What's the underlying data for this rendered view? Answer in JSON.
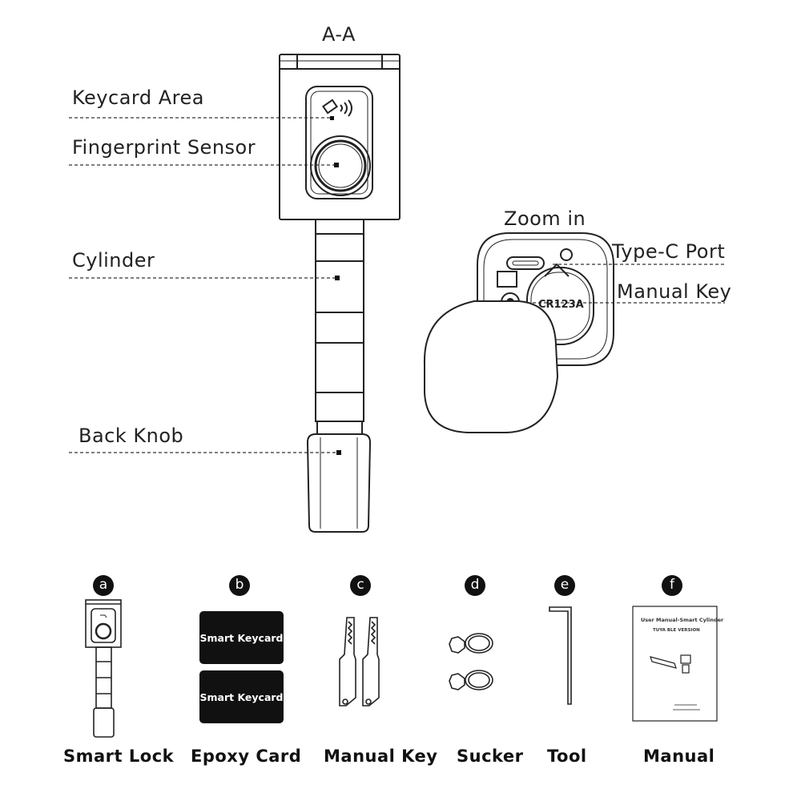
{
  "section_title": "A-A",
  "callouts": {
    "keycard_area": "Keycard Area",
    "fingerprint_sensor": "Fingerprint Sensor",
    "cylinder": "Cylinder",
    "back_knob": "Back Knob",
    "zoom_in": "Zoom in",
    "type_c_port": "Type-C Port",
    "manual_key": "Manual Key",
    "battery_label": "CR123A"
  },
  "package_items": [
    {
      "letter": "a",
      "label": "Smart Lock"
    },
    {
      "letter": "b",
      "label": "Epoxy Card"
    },
    {
      "letter": "c",
      "label": "Manual Key"
    },
    {
      "letter": "d",
      "label": "Sucker"
    },
    {
      "letter": "e",
      "label": "Tool"
    },
    {
      "letter": "f",
      "label": "Manual"
    }
  ],
  "keycards": [
    "Smart Keycard",
    "Smart Keycard"
  ],
  "manual_booklet": {
    "title": "User Manual-Smart Cylinder",
    "subtitle": "TUYA BLE VERSION"
  },
  "colors": {
    "line": "#222222",
    "card": "#111111",
    "background": "#ffffff"
  }
}
